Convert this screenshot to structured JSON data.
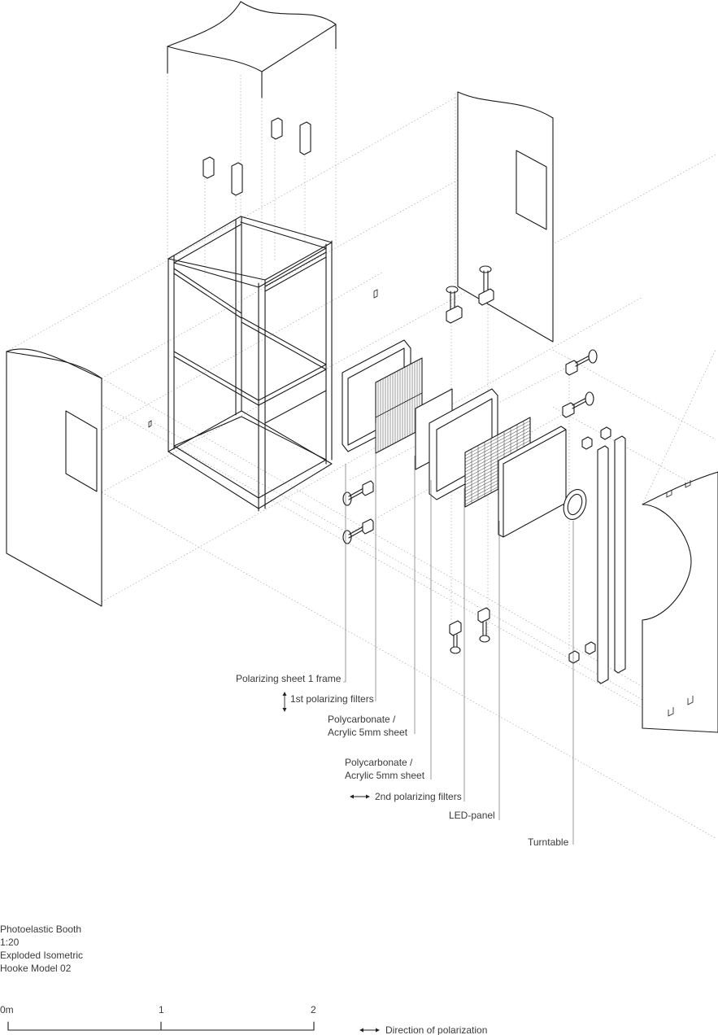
{
  "labels": {
    "polarizing_sheet_frame": "Polarizing sheet 1 frame",
    "first_polarizing_filters": "1st polarizing filters",
    "polycarbonate_1_line1": "Polycarbonate /",
    "polycarbonate_1_line2": "Acrylic 5mm sheet",
    "polycarbonate_2_line1": "Polycarbonate /",
    "polycarbonate_2_line2": "Acrylic 5mm sheet",
    "second_polarizing_filters": "2nd polarizing filters",
    "led_panel": "LED-panel",
    "turntable": "Turntable"
  },
  "title_block": {
    "line1": "Photoelastic Booth",
    "line2": "1:20",
    "line3": "Exploded Isometric",
    "line4": "Hooke Model 02"
  },
  "scale_bar": {
    "tick_0": "0m",
    "tick_1": "1",
    "tick_2": "2"
  },
  "legend": {
    "direction_label": "Direction of polarization"
  }
}
